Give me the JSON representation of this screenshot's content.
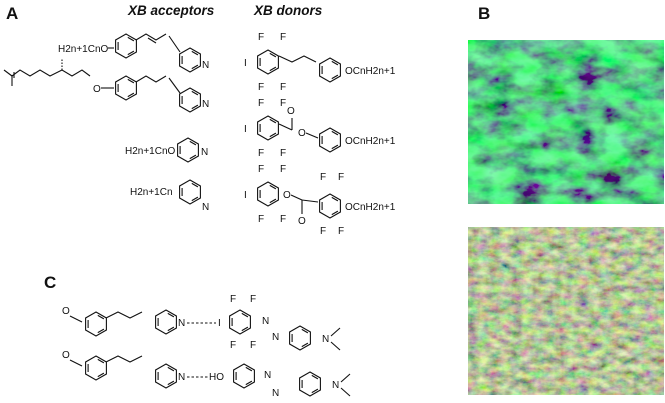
{
  "panels": {
    "a": "A",
    "b": "B",
    "c": "C"
  },
  "headers": {
    "acceptors": "XB acceptors",
    "donors": "XB donors"
  },
  "labels": {
    "alkoxy_left": "H2n+1CnO",
    "alkoxy_right": "OCnH2n+1",
    "alkyl_left": "H2n+1Cn",
    "iodine": "I",
    "fluorine": "F",
    "nitrogen": "N",
    "oxygen": "O",
    "hydroxy": "HO"
  },
  "micrograph_colors": {
    "top": "#1f7a3a",
    "bottom": "#7d8a55"
  }
}
